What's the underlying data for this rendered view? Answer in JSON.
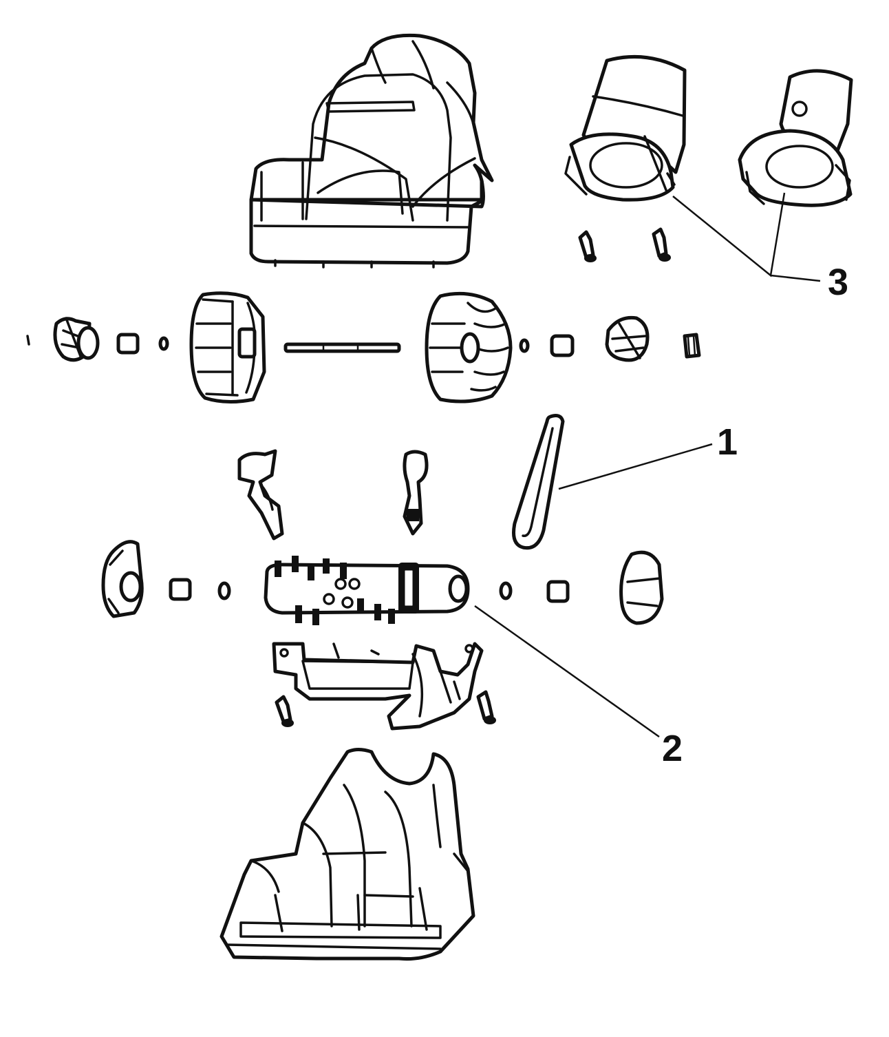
{
  "callouts": [
    {
      "id": "1",
      "label": "1"
    },
    {
      "id": "2",
      "label": "2"
    },
    {
      "id": "3",
      "label": "3"
    }
  ],
  "colors": {
    "ink": "#111111",
    "background": "#ffffff"
  }
}
